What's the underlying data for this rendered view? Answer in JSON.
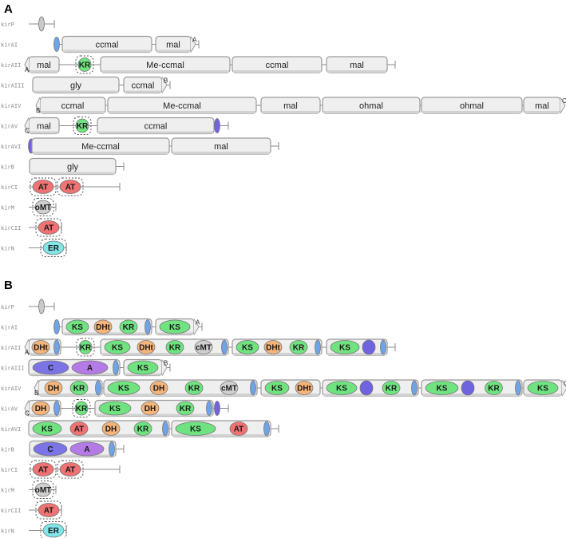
{
  "panels": [
    {
      "label": "A",
      "rows": [
        {
          "gene": "kirP",
          "stub": true,
          "items": [
            {
              "kind": "dock",
              "color": "#c9c9c9"
            }
          ]
        },
        {
          "gene": "kirAI",
          "items": [
            {
              "kind": "dock",
              "color": "#6fa3e8"
            },
            {
              "kind": "mod",
              "text": "ccmal"
            },
            {
              "kind": "mod",
              "text": "mal",
              "tail": "A"
            }
          ]
        },
        {
          "gene": "kirAII",
          "items": [
            {
              "kind": "mod",
              "text": "mal",
              "lead": "A"
            },
            {
              "kind": "dom",
              "text": "KR",
              "color": "#6fe37f",
              "dashed": true
            },
            {
              "kind": "mod",
              "text": "Me-ccmal"
            },
            {
              "kind": "mod",
              "text": "ccmal"
            },
            {
              "kind": "mod",
              "text": "mal"
            }
          ]
        },
        {
          "gene": "kirAIII",
          "items": [
            {
              "kind": "mod",
              "text": "gly"
            },
            {
              "kind": "mod",
              "text": "ccmal",
              "tail": "B"
            }
          ]
        },
        {
          "gene": "kirAIV",
          "items": [
            {
              "kind": "mod",
              "text": "ccmal",
              "lead": "B"
            },
            {
              "kind": "mod",
              "text": "Me-ccmal"
            },
            {
              "kind": "mod",
              "text": "mal"
            },
            {
              "kind": "mod",
              "text": "ohmal"
            },
            {
              "kind": "mod",
              "text": "ohmal"
            },
            {
              "kind": "mod",
              "text": "mal",
              "tail": "C"
            }
          ]
        },
        {
          "gene": "kirAV",
          "items": [
            {
              "kind": "mod",
              "text": "mal",
              "lead": "C"
            },
            {
              "kind": "dom",
              "text": "KR",
              "color": "#6fe37f",
              "dashed": true
            },
            {
              "kind": "mod",
              "text": "ccmal"
            },
            {
              "kind": "dock",
              "color": "#6f63e0"
            }
          ]
        },
        {
          "gene": "kirAVI",
          "items": [
            {
              "kind": "dock",
              "color": "#6f63e0"
            },
            {
              "kind": "mod",
              "text": "Me-ccmal"
            },
            {
              "kind": "mod",
              "text": "mal"
            }
          ]
        },
        {
          "gene": "kirB",
          "items": [
            {
              "kind": "mod",
              "text": "gly"
            }
          ]
        },
        {
          "gene": "kirCI",
          "stub": true,
          "items": [
            {
              "kind": "dom",
              "text": "AT",
              "color": "#f07272",
              "dashed": true
            },
            {
              "kind": "dom",
              "text": "AT",
              "color": "#f07272",
              "dashed": true
            }
          ]
        },
        {
          "gene": "kirM",
          "stub": true,
          "items": [
            {
              "kind": "dom",
              "text": "oMT",
              "color": "#cfcfcf",
              "dashed": true
            }
          ]
        },
        {
          "gene": "kirCII",
          "stub": true,
          "items": [
            {
              "kind": "dom",
              "text": "AT",
              "color": "#f07272",
              "dashed": true
            }
          ]
        },
        {
          "gene": "kirN",
          "stub": true,
          "items": [
            {
              "kind": "dom",
              "text": "ER",
              "color": "#7fe6ea",
              "dashed": true
            }
          ]
        }
      ]
    },
    {
      "label": "B",
      "rows": [
        {
          "gene": "kirP",
          "stub": true,
          "items": [
            {
              "kind": "dock",
              "color": "#c9c9c9"
            }
          ]
        },
        {
          "gene": "kirAI",
          "items": [
            {
              "kind": "dock",
              "color": "#6fa3e8"
            },
            {
              "kind": "modd",
              "doms": [
                {
                  "text": "KS",
                  "color": "#6fe37f"
                },
                {
                  "text": "DHt",
                  "color": "#f4b47a"
                },
                {
                  "text": "KR",
                  "color": "#6fe37f"
                },
                {
                  "text": "",
                  "color": "#6fa3e8",
                  "acp": true
                }
              ]
            },
            {
              "kind": "modd",
              "tail": "A",
              "doms": [
                {
                  "text": "KS",
                  "color": "#6fe37f"
                }
              ]
            }
          ]
        },
        {
          "gene": "kirAII",
          "items": [
            {
              "kind": "modd",
              "lead": "A",
              "doms": [
                {
                  "text": "DHt",
                  "color": "#f4b47a"
                },
                {
                  "text": "",
                  "color": "#6fa3e8",
                  "acp": true
                }
              ]
            },
            {
              "kind": "dom",
              "text": "KR",
              "color": "#6fe37f",
              "dashed": true
            },
            {
              "kind": "modd",
              "doms": [
                {
                  "text": "KS",
                  "color": "#6fe37f"
                },
                {
                  "text": "DHt",
                  "color": "#f4b47a"
                },
                {
                  "text": "KR",
                  "color": "#6fe37f"
                },
                {
                  "text": "cMT",
                  "color": "#cfcfcf"
                },
                {
                  "text": "",
                  "color": "#6fa3e8",
                  "acp": true
                }
              ]
            },
            {
              "kind": "modd",
              "doms": [
                {
                  "text": "KS",
                  "color": "#6fe37f"
                },
                {
                  "text": "DHt",
                  "color": "#f4b47a"
                },
                {
                  "text": "KR",
                  "color": "#6fe37f"
                },
                {
                  "text": "",
                  "color": "#6fa3e8",
                  "acp": true
                }
              ]
            },
            {
              "kind": "modd",
              "doms": [
                {
                  "text": "KS",
                  "color": "#6fe37f"
                },
                {
                  "text": "",
                  "color": "#6f63e0",
                  "round": true
                },
                {
                  "text": "",
                  "color": "#6fa3e8",
                  "acp": true
                }
              ]
            }
          ]
        },
        {
          "gene": "kirAIII",
          "items": [
            {
              "kind": "modd",
              "doms": [
                {
                  "text": "C",
                  "color": "#7c73e6"
                },
                {
                  "text": "A",
                  "color": "#b47ae6"
                },
                {
                  "text": "",
                  "color": "#6fa3e8",
                  "acp": true
                }
              ]
            },
            {
              "kind": "modd",
              "tail": "B",
              "doms": [
                {
                  "text": "KS",
                  "color": "#6fe37f"
                }
              ]
            }
          ]
        },
        {
          "gene": "kirAIV",
          "items": [
            {
              "kind": "modd",
              "lead": "B",
              "doms": [
                {
                  "text": "DH",
                  "color": "#f4b47a"
                },
                {
                  "text": "KR",
                  "color": "#6fe37f"
                },
                {
                  "text": "",
                  "color": "#6fa3e8",
                  "acp": true
                }
              ]
            },
            {
              "kind": "modd",
              "doms": [
                {
                  "text": "KS",
                  "color": "#6fe37f"
                },
                {
                  "text": "DH",
                  "color": "#f4b47a"
                },
                {
                  "text": "KR",
                  "color": "#6fe37f"
                },
                {
                  "text": "cMT",
                  "color": "#cfcfcf"
                },
                {
                  "text": "",
                  "color": "#6fa3e8",
                  "acp": true
                }
              ]
            },
            {
              "kind": "modd",
              "doms": [
                {
                  "text": "KS",
                  "color": "#6fe37f"
                },
                {
                  "text": "DHt",
                  "color": "#f4b47a"
                }
              ]
            },
            {
              "kind": "modd",
              "doms": [
                {
                  "text": "KS",
                  "color": "#6fe37f"
                },
                {
                  "text": "",
                  "color": "#6f63e0",
                  "round": true
                },
                {
                  "text": "KR",
                  "color": "#6fe37f"
                },
                {
                  "text": "",
                  "color": "#6fa3e8",
                  "acp": true
                }
              ]
            },
            {
              "kind": "modd",
              "doms": [
                {
                  "text": "KS",
                  "color": "#6fe37f"
                },
                {
                  "text": "",
                  "color": "#6f63e0",
                  "round": true
                },
                {
                  "text": "KR",
                  "color": "#6fe37f"
                },
                {
                  "text": "",
                  "color": "#6fa3e8",
                  "acp": true
                }
              ]
            },
            {
              "kind": "modd",
              "tail": "C",
              "doms": [
                {
                  "text": "KS",
                  "color": "#6fe37f"
                }
              ]
            }
          ]
        },
        {
          "gene": "kirAV",
          "items": [
            {
              "kind": "modd",
              "lead": "C",
              "doms": [
                {
                  "text": "DH",
                  "color": "#f4b47a"
                },
                {
                  "text": "",
                  "color": "#6fa3e8",
                  "acp": true
                }
              ]
            },
            {
              "kind": "dom",
              "text": "KR",
              "color": "#6fe37f",
              "dashed": true
            },
            {
              "kind": "modd",
              "doms": [
                {
                  "text": "KS",
                  "color": "#6fe37f"
                },
                {
                  "text": "DH",
                  "color": "#f4b47a"
                },
                {
                  "text": "KR",
                  "color": "#6fe37f"
                },
                {
                  "text": "",
                  "color": "#6fa3e8",
                  "acp": true
                }
              ]
            },
            {
              "kind": "dock",
              "color": "#6f63e0"
            }
          ]
        },
        {
          "gene": "kirAVI",
          "items": [
            {
              "kind": "modd",
              "doms": [
                {
                  "text": "KS",
                  "color": "#6fe37f"
                },
                {
                  "text": "AT",
                  "color": "#f07272"
                },
                {
                  "text": "DH",
                  "color": "#f4b47a"
                },
                {
                  "text": "KR",
                  "color": "#6fe37f"
                },
                {
                  "text": "",
                  "color": "#6fa3e8",
                  "acp": true
                }
              ]
            },
            {
              "kind": "modd",
              "doms": [
                {
                  "text": "KS",
                  "color": "#6fe37f"
                },
                {
                  "text": "AT",
                  "color": "#f07272"
                },
                {
                  "text": "",
                  "color": "#6fa3e8",
                  "acp": true
                }
              ]
            }
          ]
        },
        {
          "gene": "kirB",
          "items": [
            {
              "kind": "modd",
              "doms": [
                {
                  "text": "C",
                  "color": "#7c73e6"
                },
                {
                  "text": "A",
                  "color": "#b47ae6"
                },
                {
                  "text": "",
                  "color": "#6fa3e8",
                  "acp": true
                }
              ]
            }
          ]
        },
        {
          "gene": "kirCI",
          "stub": true,
          "items": [
            {
              "kind": "dom",
              "text": "AT",
              "color": "#f07272",
              "dashed": true
            },
            {
              "kind": "dom",
              "text": "AT",
              "color": "#f07272",
              "dashed": true
            }
          ]
        },
        {
          "gene": "kirM",
          "stub": true,
          "items": [
            {
              "kind": "dom",
              "text": "oMT",
              "color": "#cfcfcf",
              "dashed": true
            }
          ]
        },
        {
          "gene": "kirCII",
          "stub": true,
          "items": [
            {
              "kind": "dom",
              "text": "AT",
              "color": "#f07272",
              "dashed": true
            }
          ]
        },
        {
          "gene": "kirN",
          "stub": true,
          "items": [
            {
              "kind": "dom",
              "text": "ER",
              "color": "#7fe6ea",
              "dashed": true
            }
          ]
        }
      ]
    }
  ]
}
